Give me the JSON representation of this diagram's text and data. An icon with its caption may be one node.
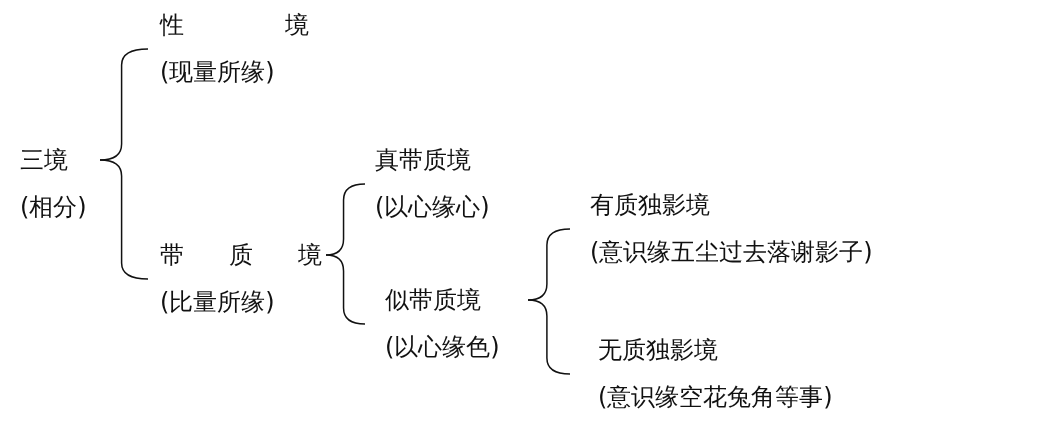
{
  "diagram": {
    "nodes": [
      {
        "text": [
          "三境",
          "(相分)"
        ]
      },
      {
        "text": [
          "性境",
          "(现量所缘)"
        ]
      },
      {
        "text": [
          "带质境",
          "(比量所缘)"
        ]
      },
      {
        "text": [
          "真带质境",
          "(以心缘心)"
        ]
      },
      {
        "text": [
          "似带质境",
          "(以心缘色)"
        ]
      },
      {
        "text": [
          "有质独影境",
          "(意识缘五尘过去落谢影子)"
        ]
      },
      {
        "text": [
          "无质独影境",
          "(意识缘空花兔角等事)"
        ]
      }
    ],
    "edges": [
      {
        "from": 0,
        "to": 1,
        "arrow": "none"
      },
      {
        "from": 0,
        "to": 2,
        "arrow": "none"
      },
      {
        "from": 2,
        "to": 3,
        "arrow": "none"
      },
      {
        "from": 2,
        "to": 4,
        "arrow": "none"
      },
      {
        "from": 4,
        "to": 5,
        "arrow": "none"
      },
      {
        "from": 4,
        "to": 6,
        "arrow": "none"
      }
    ]
  }
}
